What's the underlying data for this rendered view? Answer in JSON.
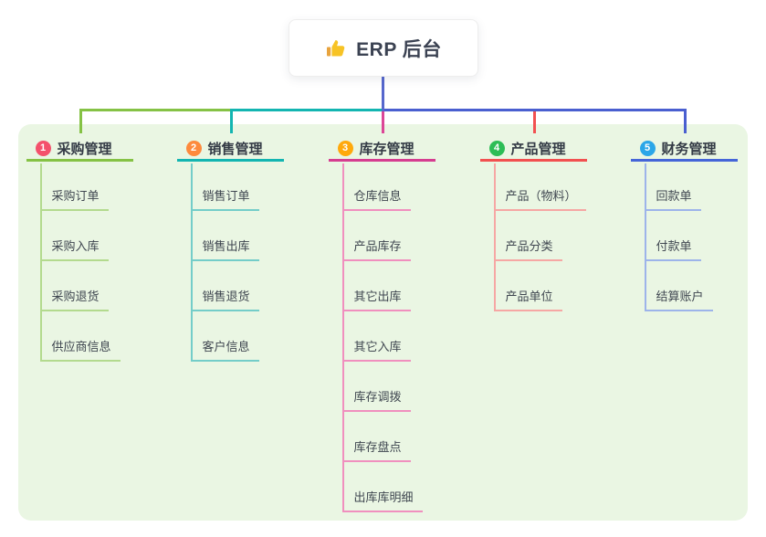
{
  "root": {
    "icon": "thumbs-up",
    "label": "ERP 后台"
  },
  "branches": [
    {
      "badge": "1",
      "label": "采购管理",
      "badge_color": "#f4516c",
      "line_color": "#85c245",
      "child_line_color": "#b3da8e",
      "children": [
        "采购订单",
        "采购入库",
        "采购退货",
        "供应商信息"
      ]
    },
    {
      "badge": "2",
      "label": "销售管理",
      "badge_color": "#fd8a3d",
      "line_color": "#13b5b1",
      "child_line_color": "#74cdc9",
      "children": [
        "销售订单",
        "销售出库",
        "销售退货",
        "客户信息"
      ]
    },
    {
      "badge": "3",
      "label": "库存管理",
      "badge_color": "#ffa90c",
      "line_color": "#d63d90",
      "child_line_color": "#f08fbe",
      "children": [
        "仓库信息",
        "产品库存",
        "其它出库",
        "其它入库",
        "库存调拨",
        "库存盘点",
        "出库库明细"
      ]
    },
    {
      "badge": "4",
      "label": "产品管理",
      "badge_color": "#2dbd56",
      "line_color": "#f25050",
      "child_line_color": "#f6a7a4",
      "children": [
        "产品（物料）",
        "产品分类",
        "产品单位"
      ]
    },
    {
      "badge": "5",
      "label": "财务管理",
      "badge_color": "#2ba6e8",
      "line_color": "#4565d8",
      "child_line_color": "#9db4ea",
      "children": [
        "回款单",
        "付款单",
        "结算账户"
      ]
    }
  ],
  "connectors": {
    "stem_color": "#5667cd",
    "bus_colors": [
      "#85c245",
      "#13b5b1",
      "#4a5fd0"
    ],
    "drop_colors": [
      "#85c245",
      "#13b5b1",
      "#dc4697",
      "#f25050",
      "#4a5fd0"
    ]
  },
  "canvas": {
    "panel_bg": "#eaf6e3",
    "background": "#ffffff"
  }
}
